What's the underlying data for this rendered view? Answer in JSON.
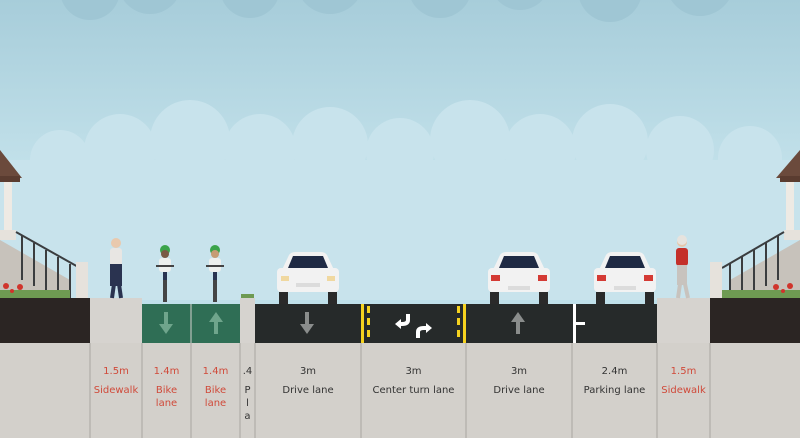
{
  "colors": {
    "sky_top": "#a9cfdc",
    "sky_bottom": "#d7ecf1",
    "cloud": "#c6e1ea",
    "asphalt": "#262a2a",
    "bike_lane": "#2f6e55",
    "curb_dirt": "#2b2523",
    "sidewalk": "#d6d3cf",
    "label_bg": "#d3d0cb",
    "divider": "#a9a6a1",
    "warning_text": "#d04a3a",
    "lane_yellow": "#f5d21f",
    "white_marking": "#ffffff"
  },
  "icons": [
    "arrow-down-icon",
    "arrow-up-icon",
    "turn-left-right-icon",
    "pedestrian-icon",
    "cyclist-icon",
    "car-icon",
    "house-icon",
    "flower-icon"
  ],
  "segments": [
    {
      "id": "sidewalk-left",
      "width": "1.5m",
      "name": "Sidewalk",
      "warning": true
    },
    {
      "id": "bike-lane-1",
      "width": "1.4m",
      "name": "Bike lane",
      "warning": true
    },
    {
      "id": "bike-lane-2",
      "width": "1.4m",
      "name": "Bike lane",
      "warning": true
    },
    {
      "id": "planting-strip",
      "width": ".4",
      "name": "Pla",
      "warning": false
    },
    {
      "id": "drive-lane-1",
      "width": "3m",
      "name": "Drive lane",
      "warning": false
    },
    {
      "id": "center-turn-lane",
      "width": "3m",
      "name": "Center turn lane",
      "warning": false
    },
    {
      "id": "drive-lane-2",
      "width": "3m",
      "name": "Drive lane",
      "warning": false
    },
    {
      "id": "parking-lane",
      "width": "2.4m",
      "name": "Parking lane",
      "warning": false
    },
    {
      "id": "sidewalk-right",
      "width": "1.5m",
      "name": "Sidewalk",
      "warning": true
    }
  ]
}
